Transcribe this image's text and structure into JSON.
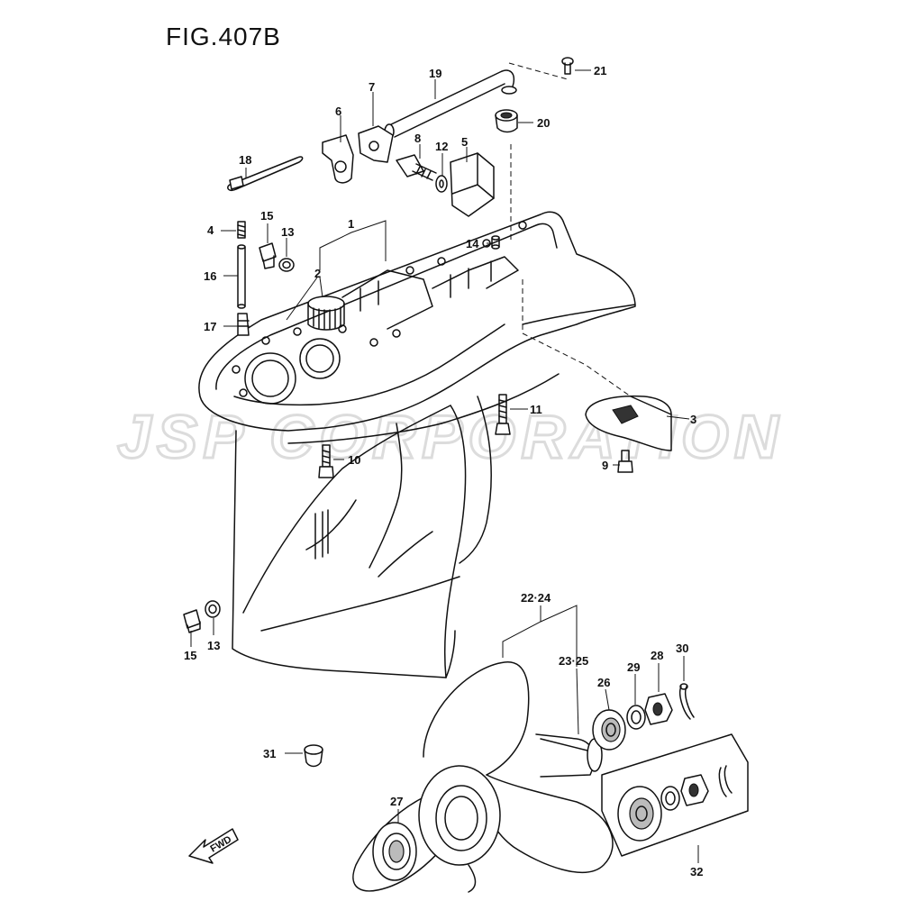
{
  "figure": {
    "title": "FIG.407B",
    "watermark": "JSP CORPORATION",
    "fwd_label": "FWD",
    "callouts": [
      {
        "id": "c1",
        "label": "1"
      },
      {
        "id": "c2",
        "label": "2"
      },
      {
        "id": "c3",
        "label": "3"
      },
      {
        "id": "c4",
        "label": "4"
      },
      {
        "id": "c5",
        "label": "5"
      },
      {
        "id": "c6",
        "label": "6"
      },
      {
        "id": "c7",
        "label": "7"
      },
      {
        "id": "c8",
        "label": "8"
      },
      {
        "id": "c9",
        "label": "9"
      },
      {
        "id": "c10",
        "label": "10"
      },
      {
        "id": "c11",
        "label": "11"
      },
      {
        "id": "c12",
        "label": "12"
      },
      {
        "id": "c13a",
        "label": "13"
      },
      {
        "id": "c13b",
        "label": "13"
      },
      {
        "id": "c14",
        "label": "14"
      },
      {
        "id": "c15a",
        "label": "15"
      },
      {
        "id": "c15b",
        "label": "15"
      },
      {
        "id": "c16",
        "label": "16"
      },
      {
        "id": "c17",
        "label": "17"
      },
      {
        "id": "c18",
        "label": "18"
      },
      {
        "id": "c19",
        "label": "19"
      },
      {
        "id": "c20",
        "label": "20"
      },
      {
        "id": "c21",
        "label": "21"
      },
      {
        "id": "c2224",
        "label": "22·24"
      },
      {
        "id": "c2325",
        "label": "23·25"
      },
      {
        "id": "c26",
        "label": "26"
      },
      {
        "id": "c27",
        "label": "27"
      },
      {
        "id": "c28",
        "label": "28"
      },
      {
        "id": "c29",
        "label": "29"
      },
      {
        "id": "c30",
        "label": "30"
      },
      {
        "id": "c31",
        "label": "31"
      },
      {
        "id": "c32",
        "label": "32"
      }
    ]
  }
}
